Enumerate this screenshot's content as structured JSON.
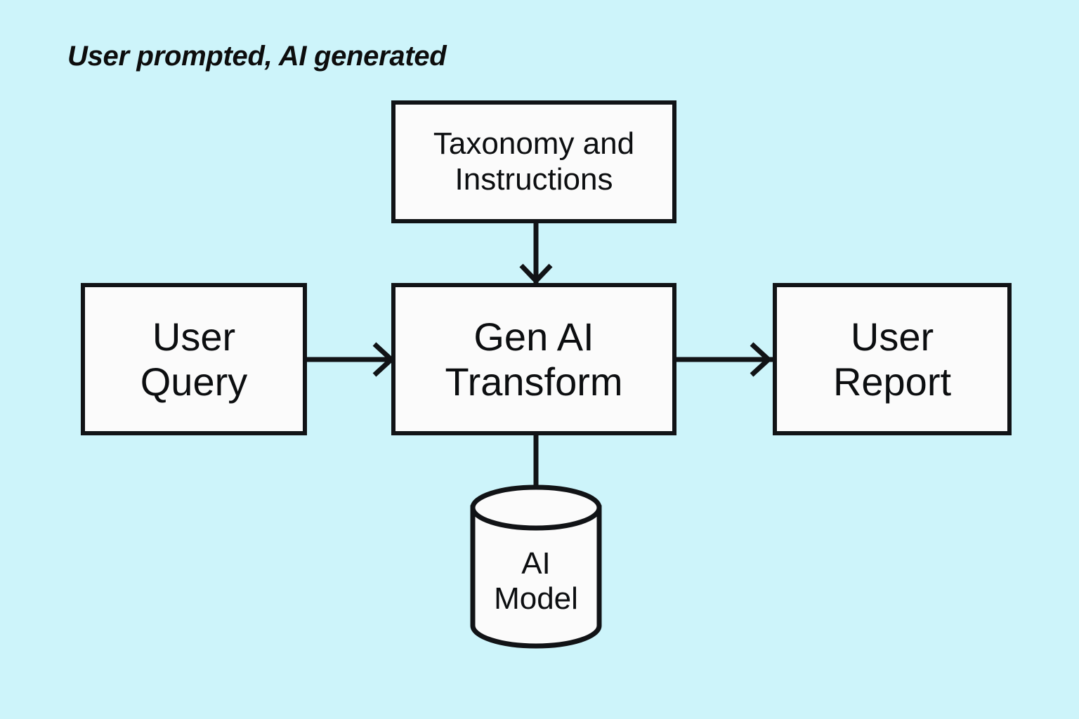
{
  "diagram": {
    "title": "User prompted, AI generated",
    "background_color": "#cdf4fa",
    "node_fill_color": "#fbfbfb",
    "stroke_color": "#111316",
    "nodes": {
      "taxonomy": {
        "label": "Taxonomy and\nInstructions",
        "shape": "rectangle"
      },
      "user_query": {
        "label": "User\nQuery",
        "shape": "rectangle"
      },
      "gen_ai_transform": {
        "label": "Gen AI\nTransform",
        "shape": "rectangle"
      },
      "user_report": {
        "label": "User\nReport",
        "shape": "rectangle"
      },
      "ai_model": {
        "label": "AI\nModel",
        "shape": "cylinder"
      }
    },
    "edges": [
      {
        "from": "user_query",
        "to": "gen_ai_transform",
        "direction": "right",
        "arrow": true
      },
      {
        "from": "gen_ai_transform",
        "to": "user_report",
        "direction": "right",
        "arrow": true
      },
      {
        "from": "taxonomy",
        "to": "gen_ai_transform",
        "direction": "down",
        "arrow": true
      },
      {
        "from": "gen_ai_transform",
        "to": "ai_model",
        "direction": "down",
        "arrow": false
      }
    ]
  }
}
